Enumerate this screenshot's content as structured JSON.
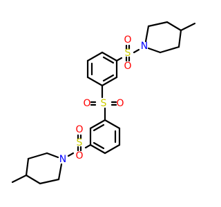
{
  "colors": {
    "bond": "#000000",
    "sulfur": "#cccc00",
    "oxygen": "#ff0000",
    "nitrogen": "#0000ff"
  },
  "atoms": {
    "s_center": "S",
    "s_upper": "S",
    "s_lower": "S",
    "o_center_left": "O",
    "o_center_right": "O",
    "o_upper_top": "O",
    "o_upper_bottom": "O",
    "o_lower_top": "O",
    "o_lower_bottom": "O",
    "n_upper": "N",
    "n_lower": "N"
  }
}
